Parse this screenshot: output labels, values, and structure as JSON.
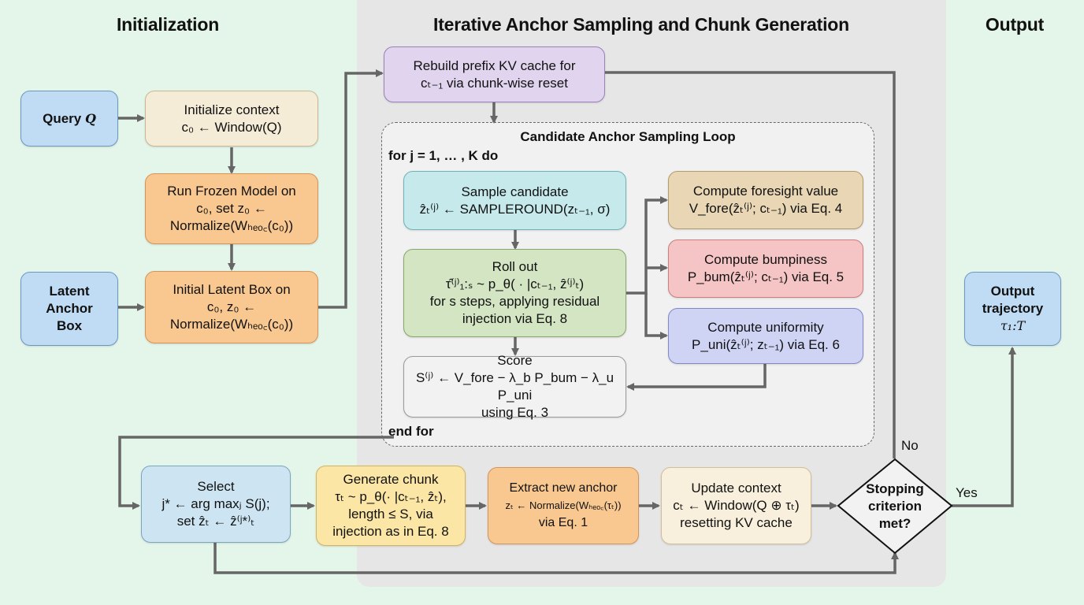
{
  "sections": {
    "initialization": "Initialization",
    "iterative": "Iterative Anchor Sampling and Chunk Generation",
    "output": "Output"
  },
  "init": {
    "query": {
      "text": "Query ",
      "math": "Q"
    },
    "init_context": {
      "line1": "Initialize context",
      "line2": "c₀ ← Window(Q)"
    },
    "run_frozen": {
      "line1": "Run Frozen Model on",
      "line2": "c₀, set z₀ ←",
      "line3": "Normalize(Wₕₑₒ꜀(c₀))"
    },
    "latent_anchor": {
      "line1": "Latent",
      "line2": "Anchor",
      "line3": "Box"
    },
    "initial_latent": {
      "line1": "Initial Latent Box on",
      "line2": "c₀, z₀ ←",
      "line3": "Normalize(Wₕₑₒ꜀(c₀))"
    }
  },
  "iterative": {
    "rebuild": {
      "line1": "Rebuild prefix KV cache for",
      "line2": "cₜ₋₁ via chunk-wise reset"
    },
    "loop": {
      "title": "Candidate Anchor Sampling Loop",
      "for_label": "for j = 1, … , K do",
      "end_label": "end for",
      "sample": {
        "line1": "Sample candidate",
        "line2": "ẑₜ⁽ʲ⁾ ← SAMPLEROUND(zₜ₋₁, σ)"
      },
      "rollout": {
        "line1": "Roll out",
        "line2": "τ̂⁽ʲ⁾₁:ₛ ~ p_θ( · |cₜ₋₁, ẑ⁽ʲ⁾ₜ)",
        "line3": "for s steps, applying residual",
        "line4": "injection via Eq. 8"
      },
      "foresight": {
        "line1": "Compute foresight value",
        "line2": "V_fore(ẑₜ⁽ʲ⁾; cₜ₋₁) via Eq. 4"
      },
      "bumpiness": {
        "line1": "Compute bumpiness",
        "line2": "P_bum(ẑₜ⁽ʲ⁾; cₜ₋₁) via Eq. 5"
      },
      "uniformity": {
        "line1": "Compute uniformity",
        "line2": "P_uni(ẑₜ⁽ʲ⁾; zₜ₋₁) via Eq. 6"
      },
      "score": {
        "line1": "Score",
        "line2": "S⁽ʲ⁾ ← V_fore − λ_b P_bum − λ_u P_uni",
        "line3": "using Eq. 3"
      }
    },
    "select": {
      "line1": "Select",
      "line2": "j* ← arg maxⱼ S(j);",
      "line3": "set ẑₜ ← ẑ⁽ʲ*⁾ₜ"
    },
    "generate": {
      "line1": "Generate chunk",
      "line2": "τₜ ~ p_θ(· |cₜ₋₁, ẑₜ),",
      "line3": "length ≤ S, via",
      "line4": "injection as in Eq. 8"
    },
    "extract": {
      "line1": "Extract new anchor",
      "line2": "zₜ ← Normalize(Wₕₑₒ꜀(τₜ))",
      "line3": "via Eq. 1"
    },
    "update": {
      "line1": "Update context",
      "line2": "cₜ ← Window(Q ⊕ τₜ)",
      "line3": "resetting KV cache"
    },
    "decision": {
      "line1": "Stopping",
      "line2": "criterion",
      "line3": "met?",
      "no_label": "No",
      "yes_label": "Yes"
    }
  },
  "output": {
    "line1": "Output",
    "line2": "trajectory",
    "line3": "τ₁:T"
  }
}
